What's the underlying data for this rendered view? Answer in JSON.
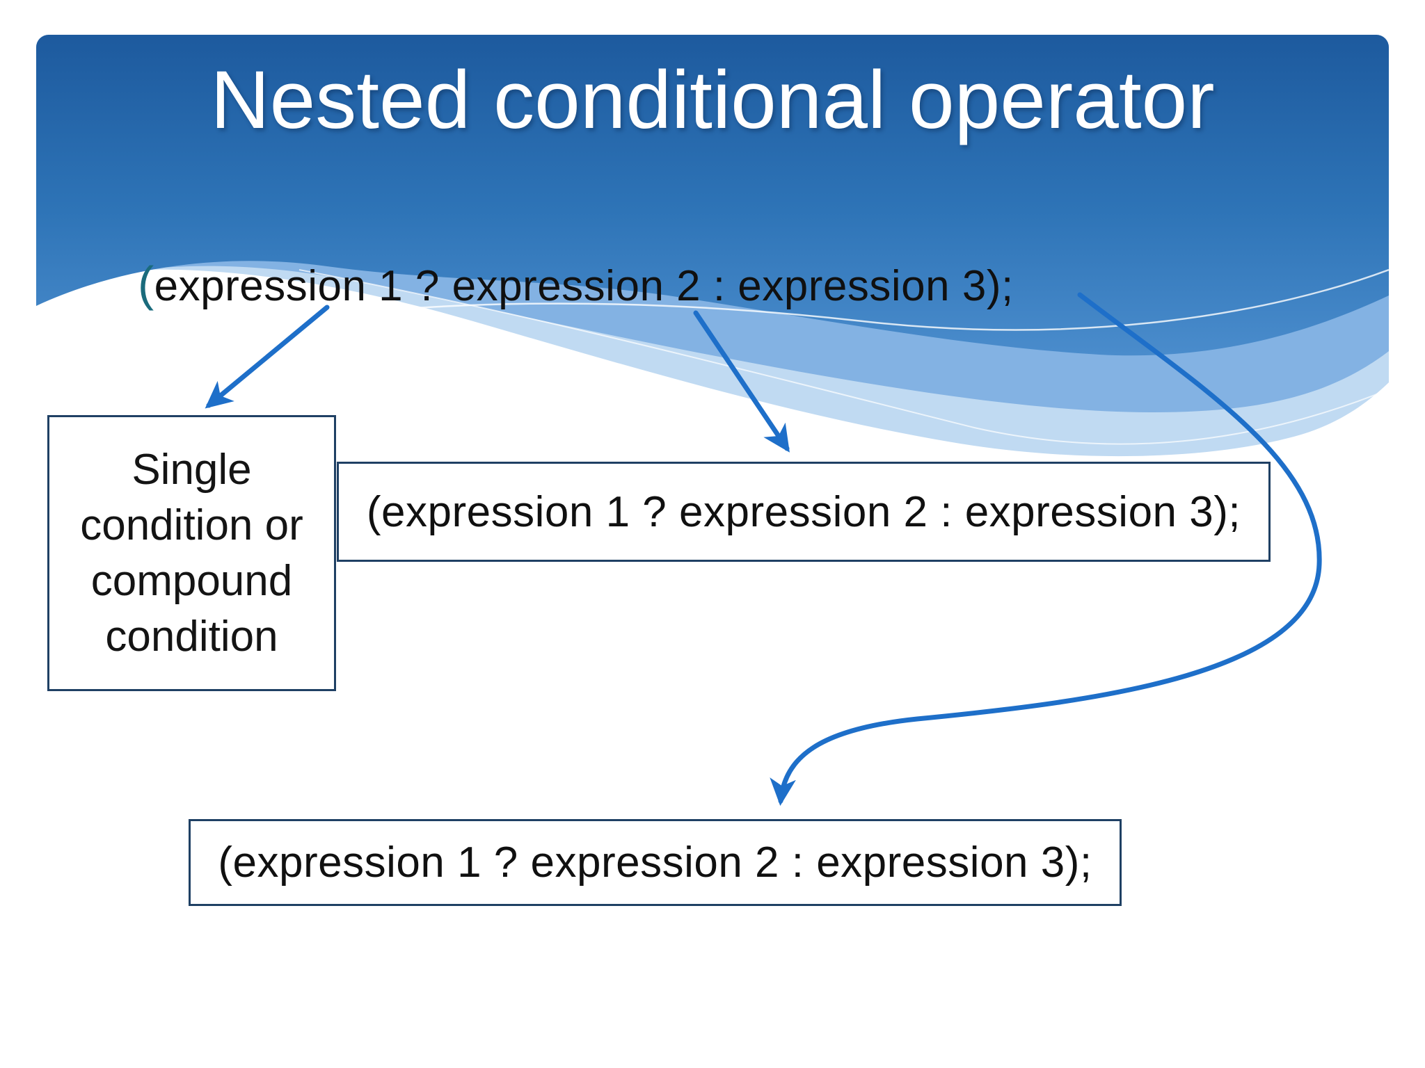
{
  "slide": {
    "title": "Nested conditional operator",
    "top_expression": {
      "open_paren": "(",
      "rest": "expression 1 ? expression 2 : expression 3);"
    },
    "single_condition_box": {
      "lines": [
        "Single",
        "condition or",
        "compound",
        "condition"
      ]
    },
    "nested_expression_box_middle": {
      "text": "(expression 1 ? expression 2 : expression 3);"
    },
    "nested_expression_box_bottom": {
      "text": "(expression 1 ? expression 2 : expression 3);"
    },
    "theme": {
      "header_gradient_top": "#1d5a9e",
      "header_gradient_bottom": "#4a8ccc",
      "wave_medium_blue": "#7fb0e2",
      "wave_pale_blue": "#b9d6f1",
      "hairline_color": "#ffffff",
      "arrow_color": "#1e6fc9",
      "box_border_color": "#1f4064",
      "accent_paren_color": "#1a6b7c",
      "body_text_color": "#101010",
      "title_color": "#ffffff"
    }
  }
}
